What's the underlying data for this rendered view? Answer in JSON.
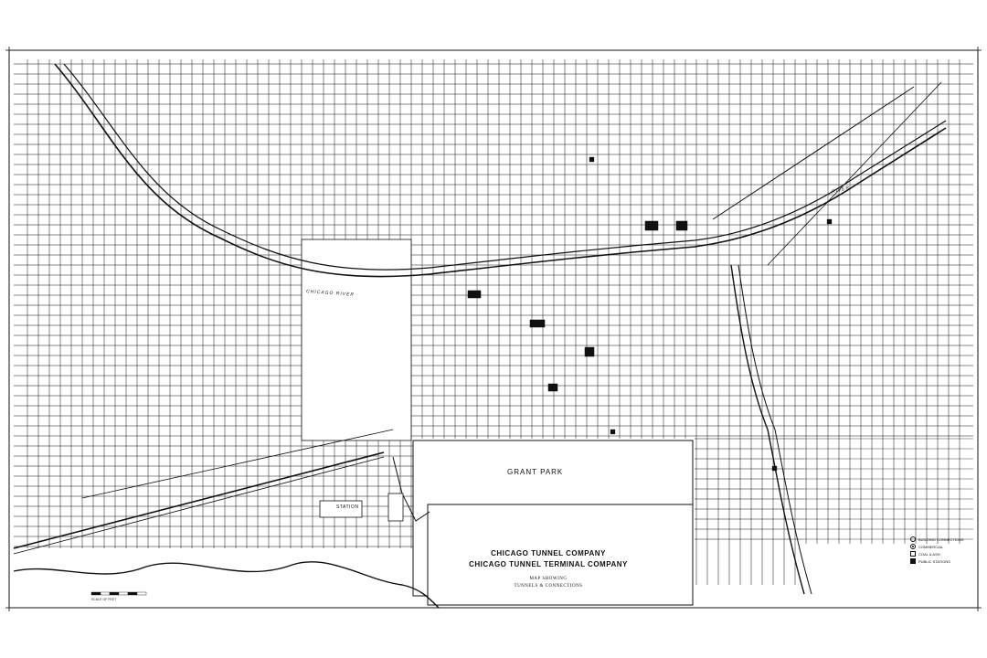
{
  "map": {
    "title_line_1": "CHICAGO TUNNEL COMPANY",
    "title_line_2": "CHICAGO TUNNEL TERMINAL COMPANY",
    "subtitle_line_1": "MAP SHOWING",
    "subtitle_line_2": "TUNNELS & CONNECTIONS",
    "park_label": "GRANT PARK",
    "station_label": "STATION",
    "river_labels": [
      "CHICAGO RIVER",
      "RIVER"
    ],
    "scale_label": "SCALE OF FEET",
    "footer_left": "",
    "footer_right": ""
  },
  "legend": {
    "items": [
      {
        "label": "BUILDING CONNECTIONS",
        "symbol": "circle-open"
      },
      {
        "label": "COMMERCIAL",
        "symbol": "circle-dot"
      },
      {
        "label": "COAL & ASH",
        "symbol": "square-open"
      },
      {
        "label": "PUBLIC STATIONS",
        "symbol": "square-filled"
      }
    ]
  },
  "colors": {
    "ink": "#111111",
    "paper": "#ffffff",
    "river_fill": "#ffffff"
  }
}
